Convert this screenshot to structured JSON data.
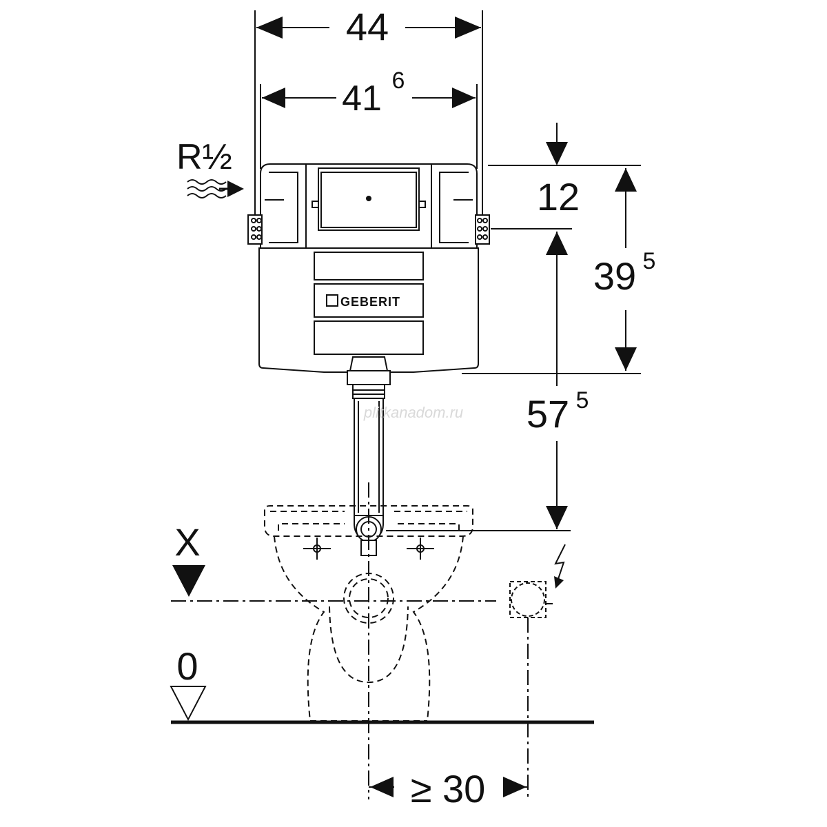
{
  "dimensions": {
    "overall_width": "44",
    "inner_width_main": "41",
    "inner_width_sup": "6",
    "top_offset": "12",
    "cistern_height_main": "39",
    "cistern_height_sup": "5",
    "bowl_height_main": "57",
    "bowl_height_sup": "5",
    "min_side_distance": "≥ 30"
  },
  "labels": {
    "water_connection": "R½",
    "level_x": "X",
    "floor_level": "0",
    "brand": "GEBERIT"
  },
  "watermark": "plitkanadom.ru",
  "icons": {
    "water": "water-inlet-waves-icon",
    "electric": "electric-lightning-icon",
    "level": "level-triangle-icon"
  }
}
